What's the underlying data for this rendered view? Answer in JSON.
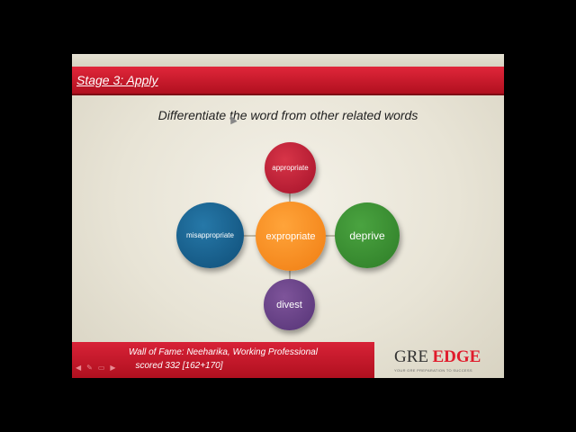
{
  "slide": {
    "header": {
      "title": "Stage 3: Apply"
    },
    "subtitle": "Differentiate the word from other related words",
    "nodes": {
      "top": "appropriate",
      "left": "misappropriate",
      "center": "expropriate",
      "right": "deprive",
      "bottom": "divest"
    },
    "footer": {
      "line1": "Wall of Fame: Neeharika, Working Professional",
      "line2": "scored 332 [162+170]"
    },
    "logo": {
      "gre": "GRE",
      "edge": "EDGE",
      "tagline": "YOUR GRE PREPARATION TO SUCCESS"
    }
  },
  "controls": [
    "left-arrow-icon",
    "pen-icon",
    "menu-icon",
    "right-arrow-icon"
  ],
  "colors": {
    "header": "#c8172a",
    "top_node": "#b8162e",
    "left_node": "#17628f",
    "center_node": "#f7901e",
    "right_node": "#3a922f",
    "bottom_node": "#6a4487"
  }
}
